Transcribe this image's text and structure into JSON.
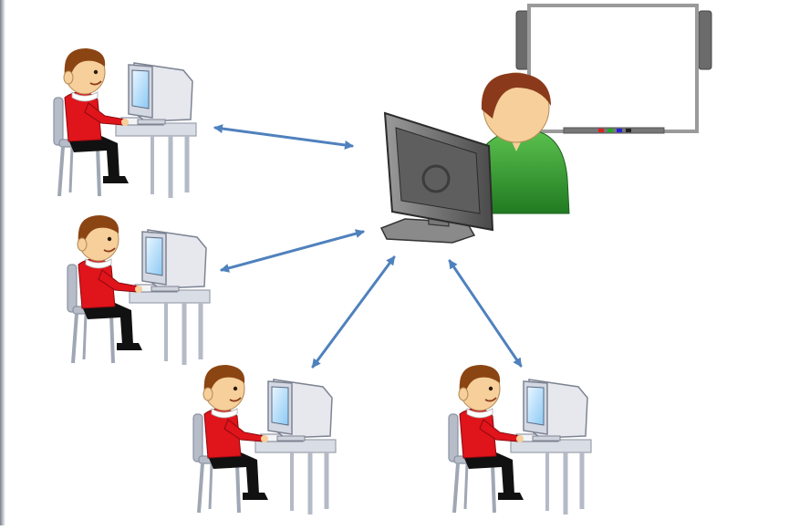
{
  "diagram": {
    "nodes": [
      {
        "id": "teacher",
        "role": "teacher",
        "device": "desktop-monitor",
        "extras": [
          "interactive-whiteboard"
        ]
      },
      {
        "id": "student-1",
        "role": "student",
        "device": "crt-computer"
      },
      {
        "id": "student-2",
        "role": "student",
        "device": "crt-computer"
      },
      {
        "id": "student-3",
        "role": "student",
        "device": "crt-computer"
      },
      {
        "id": "student-4",
        "role": "student",
        "device": "crt-computer"
      }
    ],
    "links": [
      {
        "from": "teacher",
        "to": "student-1",
        "direction": "both"
      },
      {
        "from": "teacher",
        "to": "student-2",
        "direction": "both"
      },
      {
        "from": "teacher",
        "to": "student-3",
        "direction": "both"
      },
      {
        "from": "teacher",
        "to": "student-4",
        "direction": "both"
      }
    ]
  },
  "colors": {
    "arrow": "#4f81bd",
    "student_shirt": "#e0141b",
    "skin": "#f6cf9b",
    "hair": "#8b4513",
    "teacher_shirt": "#3a9a3a",
    "teacher_hair": "#8a3a1a",
    "monitor_gray": "#6e6e6e",
    "crt_body": "#e6e8ee",
    "crt_screen": "#bfe3ff",
    "chair": "#b6bcc8",
    "desk": "#d9dde5",
    "whiteboard_frame": "#9a9a9a",
    "background": "#ffffff",
    "edge_strip": "#7a7f8c"
  }
}
